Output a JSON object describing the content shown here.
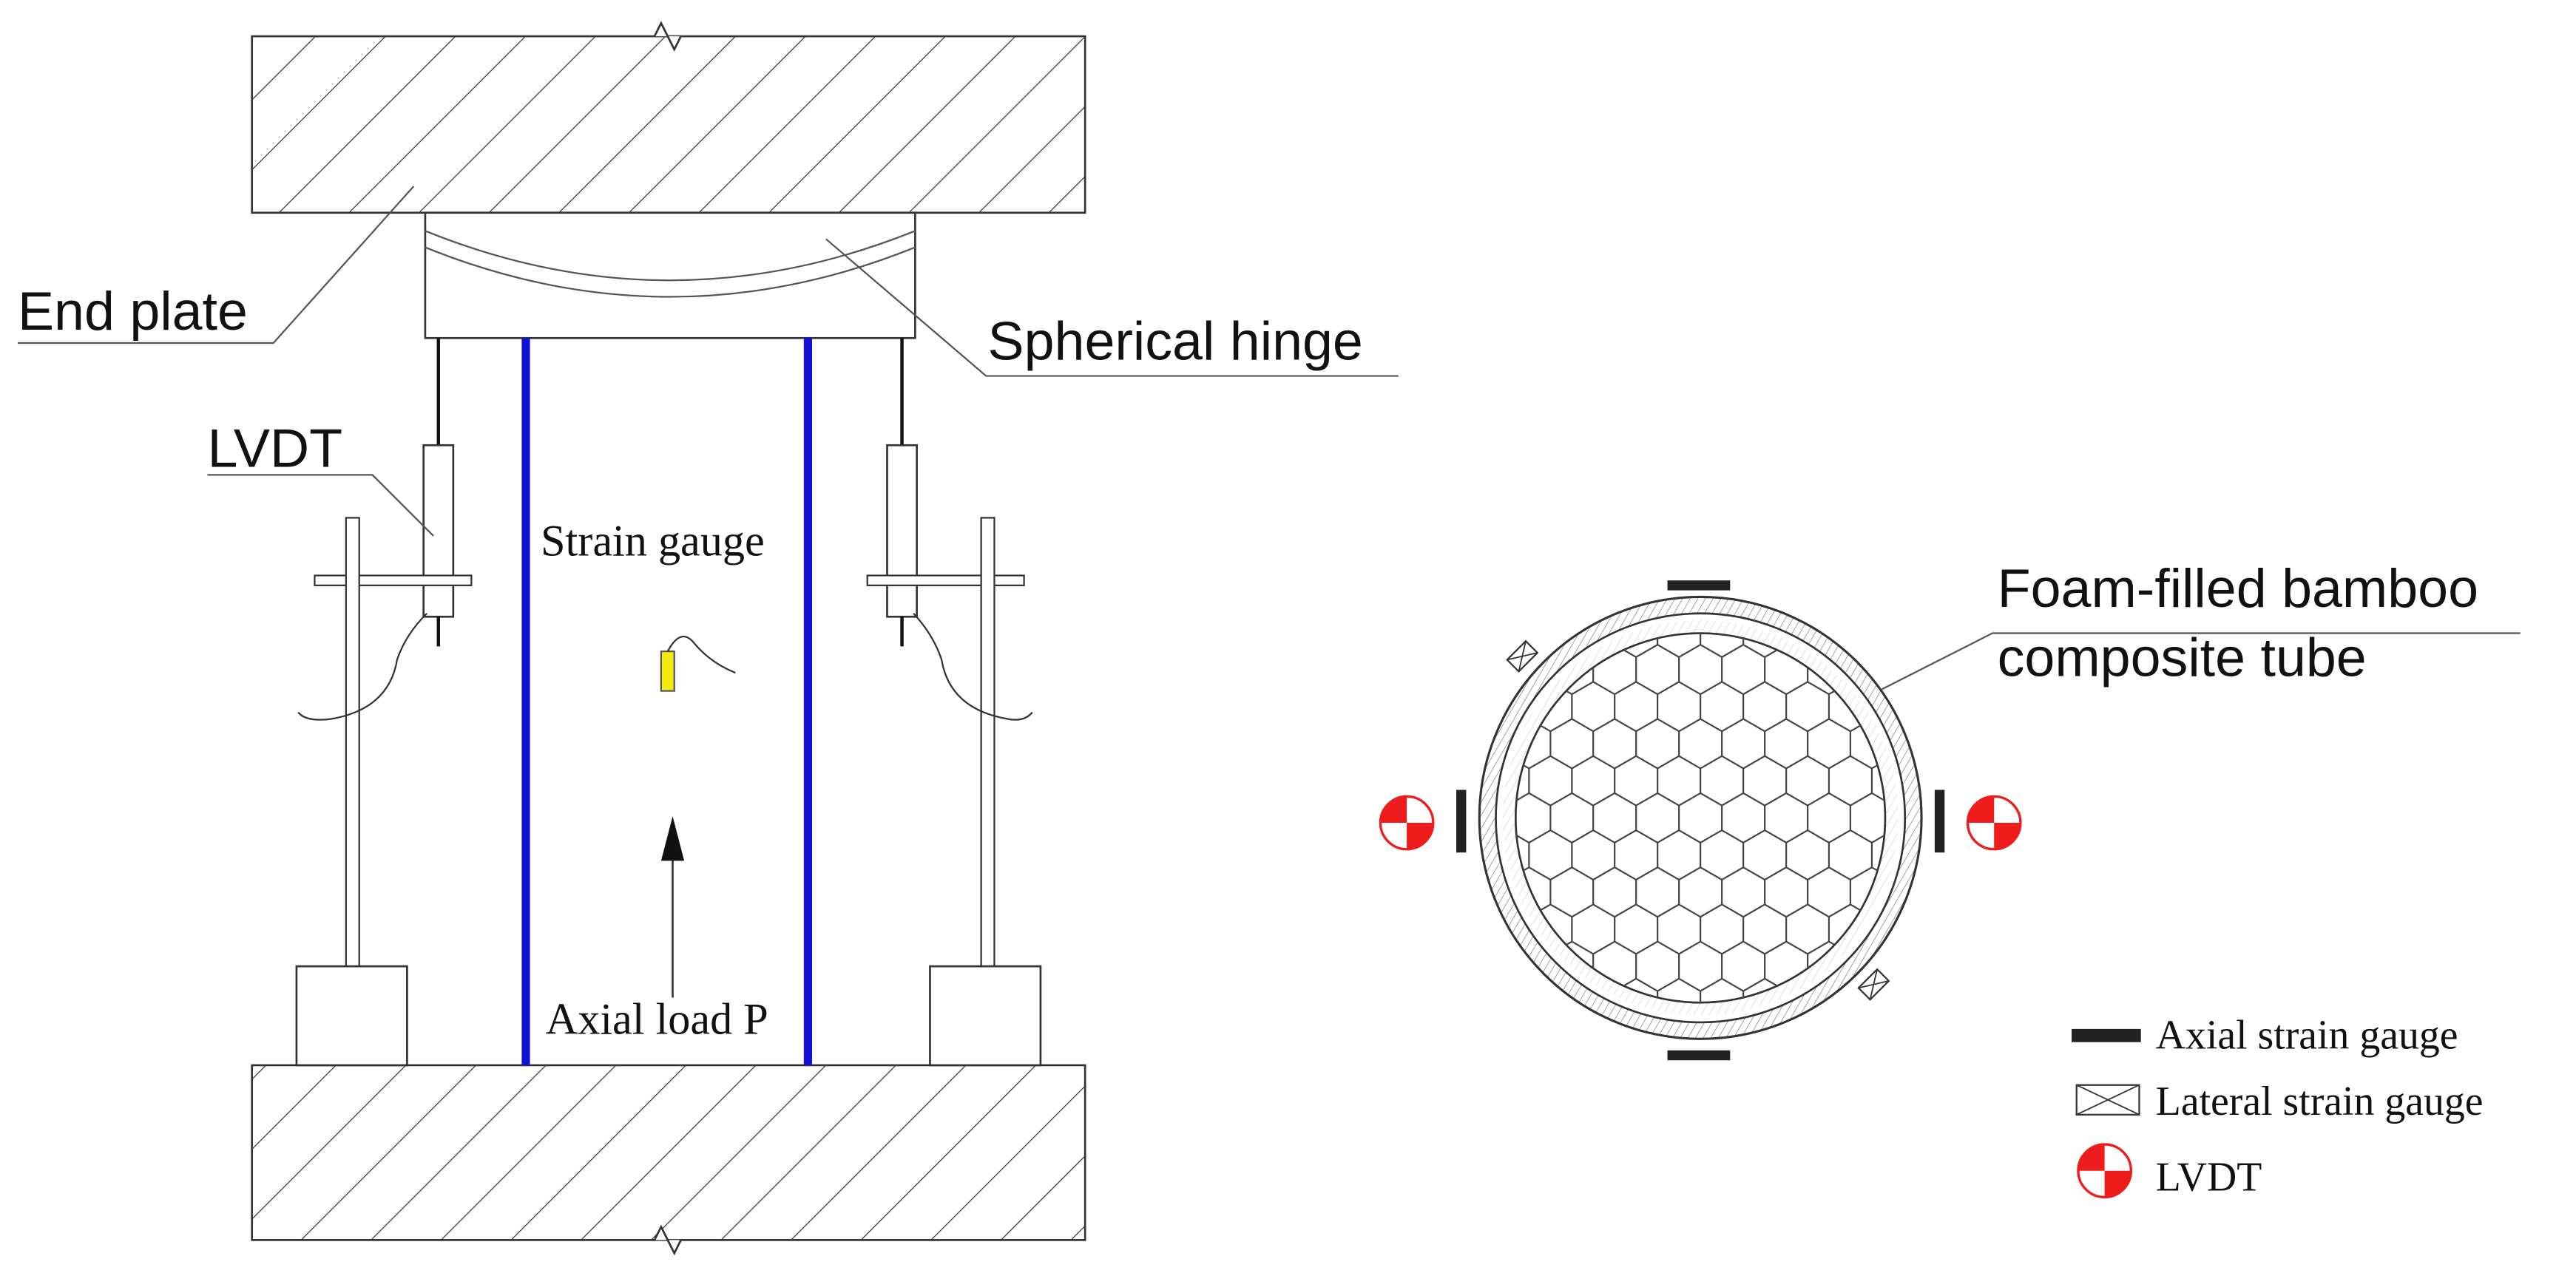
{
  "labels": {
    "end_plate": "End plate",
    "spherical_hinge": "Spherical hinge",
    "lvdt": "LVDT",
    "strain_gauge": "Strain gauge",
    "axial_load": "Axial load P",
    "tube_line1": "Foam-filled bamboo",
    "tube_line2": "composite tube"
  },
  "legend": {
    "axial": "Axial strain gauge",
    "lateral": "Lateral strain gauge",
    "lvdt": "LVDT"
  },
  "colors": {
    "specimen_wall": "#1010d8",
    "strain_gauge": "#f2ea10",
    "lvdt_red": "#ee1c1c",
    "ink": "#222222"
  }
}
